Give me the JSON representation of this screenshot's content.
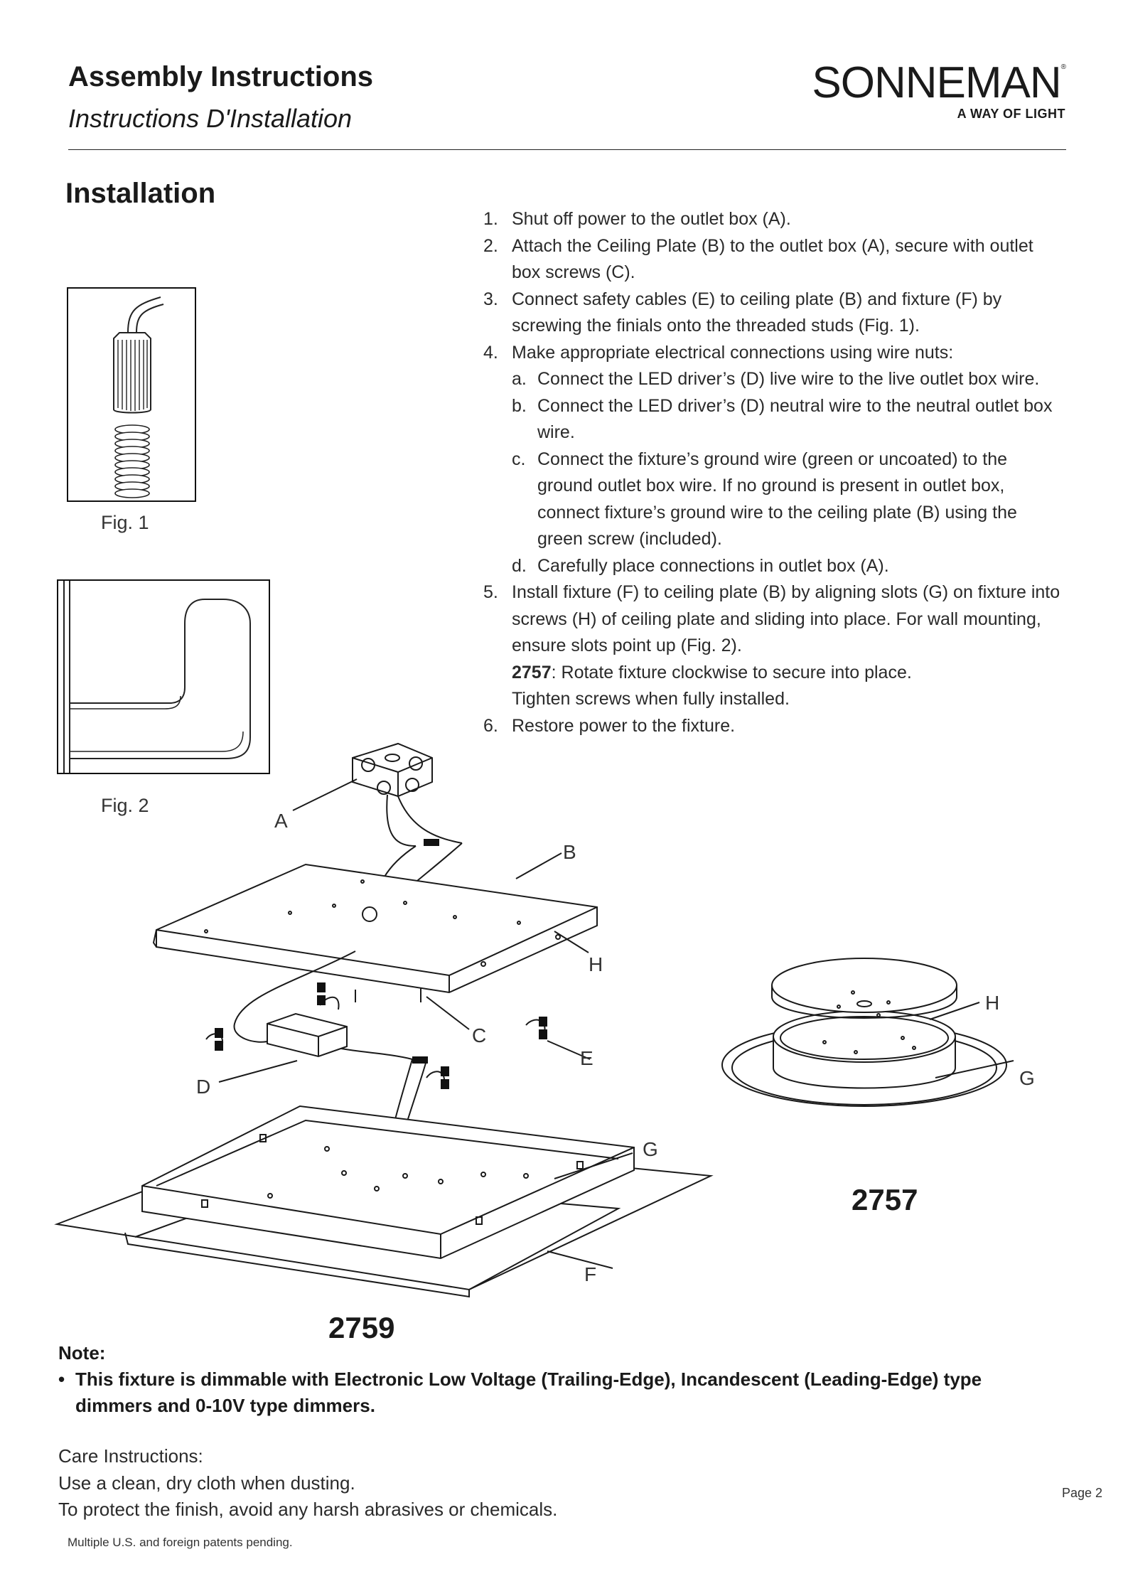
{
  "header": {
    "title": "Assembly Instructions",
    "subtitle": "Instructions D'Installation",
    "brand": "SONNEMAN",
    "brand_mark": "®",
    "tagline": "A WAY OF LIGHT"
  },
  "section_title": "Installation",
  "steps": [
    {
      "num": "1.",
      "text": "Shut off power to the outlet box (A)."
    },
    {
      "num": "2.",
      "text": "Attach the Ceiling Plate (B) to the outlet box (A), secure with outlet box screws (C)."
    },
    {
      "num": "3.",
      "text": "Connect safety cables (E) to ceiling plate (B) and fixture (F) by screwing the finials onto the threaded studs (Fig. 1)."
    },
    {
      "num": "4.",
      "text": "Make appropriate electrical connections using wire nuts:",
      "subs": [
        {
          "num": "a.",
          "text": "Connect the LED driver’s (D) live wire to the live outlet box wire."
        },
        {
          "num": "b.",
          "text": "Connect the LED driver’s (D) neutral wire to the neutral outlet box wire."
        },
        {
          "num": "c.",
          "text": "Connect the fixture’s ground wire (green or uncoated) to the ground outlet box wire. If no ground is present in outlet box, connect fixture’s ground wire to the ceiling plate (B) using the green screw (included)."
        },
        {
          "num": "d.",
          "text": "Carefully place connections in outlet box (A)."
        }
      ]
    },
    {
      "num": "5.",
      "text": "Install fixture (F) to ceiling plate (B) by aligning slots (G) on fixture into screws (H) of ceiling plate and sliding into place. For wall mounting, ensure slots point up (Fig. 2).",
      "model": "2757",
      "model_text": ": Rotate fixture clockwise to secure into place.",
      "extra": "Tighten screws when fully installed."
    },
    {
      "num": "6.",
      "text": "Restore power to the fixture."
    }
  ],
  "figures": {
    "fig1_caption": "Fig. 1",
    "fig2_caption": "Fig. 2"
  },
  "diagram_labels": {
    "A": "A",
    "B": "B",
    "C": "C",
    "D": "D",
    "E": "E",
    "F": "F",
    "G": "G",
    "H": "H"
  },
  "round_labels": {
    "H": "H",
    "G": "G"
  },
  "models": {
    "square": "2759",
    "round": "2757"
  },
  "note": {
    "title": "Note:",
    "bullet": "•",
    "text": "This fixture is dimmable with Electronic Low Voltage (Trailing-Edge), Incandescent (Leading-Edge) type dimmers and 0-10V type dimmers."
  },
  "care": {
    "title": "Care Instructions:",
    "line1": "Use a clean, dry cloth when dusting.",
    "line2": "To protect the finish, avoid any harsh abrasives or chemicals."
  },
  "page_number": "Page 2",
  "patent": "Multiple U.S. and foreign patents pending."
}
